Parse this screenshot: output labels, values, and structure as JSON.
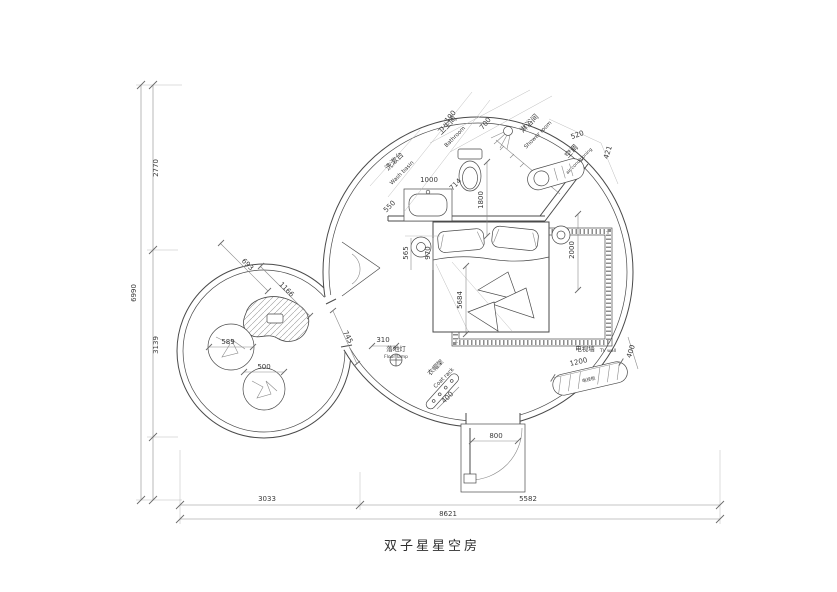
{
  "page": {
    "title": "双子星星空房"
  },
  "colors": {
    "wall_line": "#4a4a4a",
    "dim_line": "#8a8a8a",
    "text": "#3a3a3a",
    "background": "#ffffff"
  },
  "labels": {
    "bathroom": {
      "zh": "卫生间",
      "en": "Bathroom"
    },
    "washbasin": {
      "zh": "洗漱台",
      "en": "Wash basin"
    },
    "shower_room": {
      "zh": "淋浴间",
      "en": "Shower room"
    },
    "air_conditioner": {
      "zh": "空调",
      "en": "air conditioning"
    },
    "floor_lamp": {
      "zh": "落地灯",
      "en": "Floor lamp"
    },
    "coat_rack": {
      "zh": "衣帽架",
      "en": "Coat rack"
    },
    "tv_wall": {
      "zh": "电视墙",
      "en": "TV wall"
    },
    "tv_cabinet": {
      "zh": "电视柜"
    }
  },
  "dimensions": {
    "overall": {
      "left_total": "6990",
      "left_upper": "2770",
      "left_lower": "3139",
      "bottom_left": "3033",
      "bottom_right": "5582",
      "bottom_total": "8621"
    },
    "interior": {
      "d190": "190",
      "d700": "700",
      "d520": "520",
      "d421": "421",
      "d1000": "1000",
      "d714": "714",
      "d550": "550",
      "d1800": "1800",
      "d565": "565",
      "d970": "970",
      "d2000": "2000",
      "d5684": "5684",
      "d693": "693",
      "d1166": "1166",
      "d745": "745",
      "d589": "589",
      "d500": "500",
      "d310": "310",
      "d400_coat": "400",
      "d400_tv": "400",
      "d1200": "1200",
      "d800": "800"
    }
  }
}
